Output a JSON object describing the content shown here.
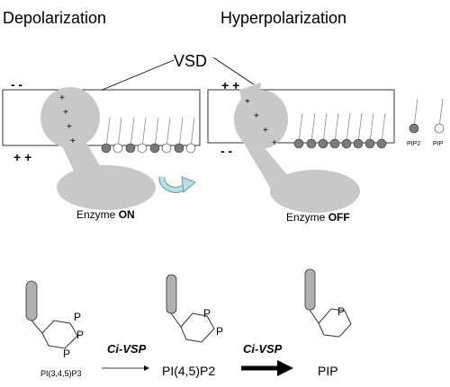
{
  "panels": {
    "left_title": "Depolarization",
    "right_title": "Hyperpolarization",
    "vsd_label": "VSD",
    "left_sign_top": "- -",
    "left_sign_bottom": "+ +",
    "right_sign_top": "+ +",
    "right_sign_bottom": "- -",
    "left_enzyme_prefix": "Enzyme ",
    "left_enzyme_state": "ON",
    "right_enzyme_prefix": "Enzyme ",
    "right_enzyme_state": "OFF",
    "sensor_charge": "+"
  },
  "legend": {
    "pip2": "PIP2",
    "pip": "PIP"
  },
  "reaction": {
    "substrate": "PI(3,4,5)P3",
    "intermediate": "PI(4,5)P2",
    "product": "PIP",
    "enzyme_label_1": "Ci-VSP",
    "enzyme_label_2": "Ci-VSP",
    "phosphate": "P"
  },
  "colors": {
    "protein": "#c8c8c8",
    "pip2": "#7a7a7a",
    "pip": "#ffffff",
    "arrow": "#b6dfe6"
  }
}
